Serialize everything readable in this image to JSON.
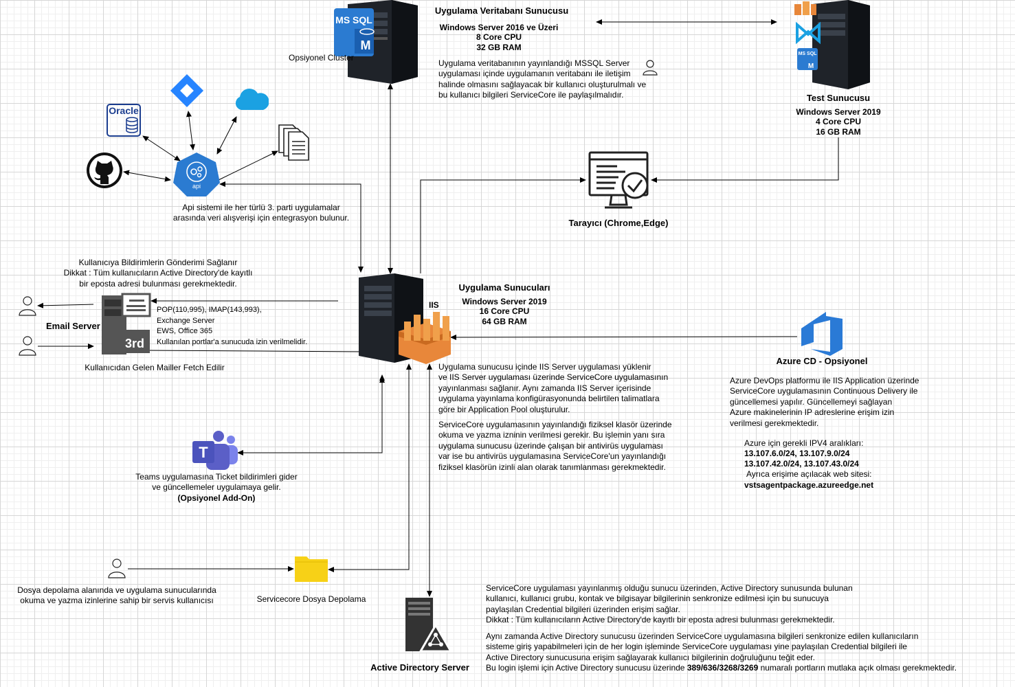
{
  "db_server": {
    "title": "Uygulama Veritabanı Sunucusu",
    "os": "Windows Server 2016 ve Üzeri",
    "cpu": "8 Core CPU",
    "ram": "32 GB RAM",
    "cluster": "Opsiyonel Cluster",
    "badge": "MS SQL",
    "note": "Uygulama veritabanının yayınlandığı MSSQL Server\nuygulaması içinde uygulamanın veritabanı ile iletişim\nhalinde olmasını sağlayacak bir kullanıcı oluşturulmalı ve\nbu kullanıcı bilgileri ServiceCore ile paylaşılmalıdır."
  },
  "test_server": {
    "title": "Test Sunucusu",
    "os": "Windows Server 2019",
    "cpu": "4 Core CPU",
    "ram": "16 GB RAM",
    "badge": "MS SQL"
  },
  "api": {
    "badge": "api",
    "oracle": "Oracle",
    "note": "Api sistemi ile her türlü 3. parti uygulamalar\narasında veri alışverişi için entegrasyon bulunur."
  },
  "browser": {
    "label": "Tarayıcı (Chrome,Edge)"
  },
  "app_server": {
    "title": "Uygulama Sunucuları",
    "os": "Windows Server 2019",
    "cpu": "16 Core CPU",
    "ram": "64 GB RAM",
    "iis": "IIS",
    "note1": "Uygulama sunucusu içinde IIS Server uygulaması yüklenir\nve IIS Server uygulaması üzerinde ServiceCore uygulamasının\nyayınlanması sağlanır. Aynı zamanda IIS Server içerisinde\nuygulama yayınlama konfigürasyonunda belirtilen talimatlara\ngöre bir Application Pool oluşturulur.",
    "note2": "ServiceCore uygulamasının yayınlandığı fiziksel klasör üzerinde\nokuma ve yazma izninin verilmesi gerekir. Bu işlemin yanı sıra\nuygulama sunucusu üzerinde çalışan bir antivirüs uygulaması\nvar ise bu antivirüs uygulamasına ServiceCore'un yayınlandığı\nfiziksel klasörün izinli alan olarak tanımlanması gerekmektedir."
  },
  "email": {
    "title": "Email Server",
    "badge": "3rd",
    "top_note": "Kullanıcıya Bildirimlerin Gönderimi Sağlanır\nDikkat : Tüm kullanıcıların Active Directory'de kayıtlı\nbir eposta adresi bulunması gerekmektedir.",
    "ports": "POP(110,995), IMAP(143,993),\nExchange Server\nEWS, Office 365\nKullanılan portlar'a sunucuda izin verilmelidir.",
    "bottom_note": "Kullanıcıdan Gelen Mailler Fetch Edilir"
  },
  "azure": {
    "title": "Azure CD - Opsiyonel",
    "note": "Azure DevOps platformu ile IIS Application üzerinde\nServiceCore uygulamasının Continuous Delivery ile\ngüncellemesi yapılır. Güncellemeyi sağlayan\nAzure makinelerinin IP adreslerine erişim izin\nverilmesi gerekmektedir.",
    "ip_title": "Azure için gerekli IPV4 aralıkları:",
    "ips1": "13.107.6.0/24, 13.107.9.0/24",
    "ips2": "13.107.42.0/24, 13.107.43.0/24",
    "web_title": "Ayrıca erişime açılacak web sitesi:",
    "web": "vstsagentpackage.azureedge.net"
  },
  "teams": {
    "note": "Teams uygulamasına Ticket bildirimleri gider\nve güncellemeler uygulamaya gelir.",
    "optional": "(Opsiyonel Add-On)"
  },
  "storage": {
    "label": "Servicecore Dosya Depolama",
    "user_note": "Dosya depolama alanında ve uygulama sunucularında\nokuma ve yazma izinlerine sahip bir servis kullanıcısı"
  },
  "ad": {
    "label": "Active Directory Server",
    "note1": "ServiceCore uygulaması yayınlanmış olduğu sunucu üzerinden, Active Directory sunusunda bulunan\nkullanıcı, kullanıcı grubu, kontak ve bilgisayar bilgilerinin senkronize edilmesi için bu sunucuya\npaylaşılan Credential bilgileri üzerinden erişim sağlar.\nDikkat : Tüm kullanıcıların Active Directory'de kayıtlı bir eposta adresi bulunması gerekmektedir.",
    "note2": "Aynı zamanda Active Directory sunucusu üzerinden ServiceCore uygulamasına bilgileri senkronize edilen kullanıcıların\nsisteme giriş yapabilmeleri için de her login işleminde ServiceCore uygulaması yine paylaşılan Credential bilgileri ile\nActive Directory sunucusuna erişim sağlayarak kullanıcı bilgilerinin doğruluğunu teğit eder.\nBu login işlemi için Active Directory sunucusu üzerinde ",
    "ports": "389/636/3268/3269",
    "note2_end": " numaralı portların mutlaka açık olması gerekmektedir."
  },
  "colors": {
    "server_dark": "#1f2329",
    "aws_orange": "#e8873a",
    "blue": "#2b7bd1",
    "jira": "#2684ff",
    "cloud": "#1ba1e2",
    "oracle": "#1b3d8f",
    "teams": "#5b5fc7",
    "folder": "#f7d117",
    "azure": "#2a7ad6"
  }
}
